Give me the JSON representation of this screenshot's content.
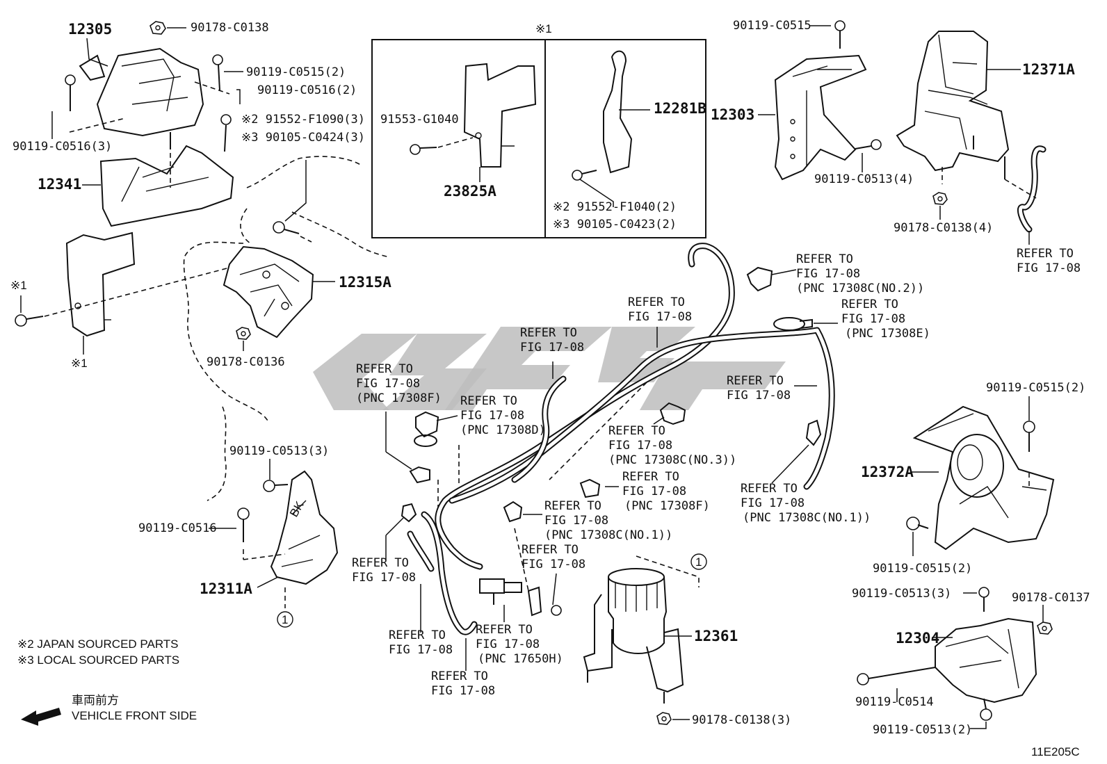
{
  "title_mark": "※1",
  "parts": {
    "p12305": "12305",
    "p12341": "12341",
    "p12315A": "12315A",
    "p23825A": "23825A",
    "p12281B": "12281B",
    "p12303": "12303",
    "p12371A": "12371A",
    "p12372A": "12372A",
    "p12311A": "12311A",
    "p12361": "12361",
    "p12304": "12304"
  },
  "fasteners": {
    "f1": "90178-C0138",
    "f2": "90119-C0515(2)",
    "f3": "90119-C0516(2)",
    "f4": "※2 91552-F1090(3)",
    "f5": "※3 90105-C0424(3)",
    "f6": "90119-C0516(3)",
    "f7": "90178-C0136",
    "f8": "91553-G1040",
    "f9": "※2 91552-F1040(2)",
    "f10": "※3 90105-C0423(2)",
    "f11": "90119-C0515",
    "f12": "90119-C0513(4)",
    "f13": "90178-C0138(4)",
    "f14": "90119-C0513(3)",
    "f15": "90119-C0516",
    "f16": "90119-C0515(2)",
    "f17": "90119-C0515(2)",
    "f18": "90119-C0513(3)",
    "f19": "90178-C0137",
    "f20": "90119-C0514",
    "f21": "90119-C0513(2)",
    "f22": "90178-C0138(3)"
  },
  "refs": {
    "refer_to": "REFER TO",
    "fig": "FIG 17-08",
    "pnc_17308c_no2": "(PNC 17308C(NO.2))",
    "pnc_17308e": "(PNC 17308E)",
    "pnc_17308f": "(PNC 17308F)",
    "pnc_17308d": "(PNC 17308D)",
    "pnc_17308c_no3": "(PNC 17308C(NO.3))",
    "pnc_17308c_no1": "(PNC 17308C(NO.1))",
    "pnc_17650h": "(PNC 17650H)"
  },
  "markers": {
    "x1": "※1",
    "circle1": "1"
  },
  "notes": {
    "note2": "※2 JAPAN SOURCED PARTS",
    "note3": "※3 LOCAL SOURCED PARTS",
    "front_jp": "車両前方",
    "front_en": "VEHICLE FRONT SIDE"
  },
  "figure_code": "11E205C"
}
